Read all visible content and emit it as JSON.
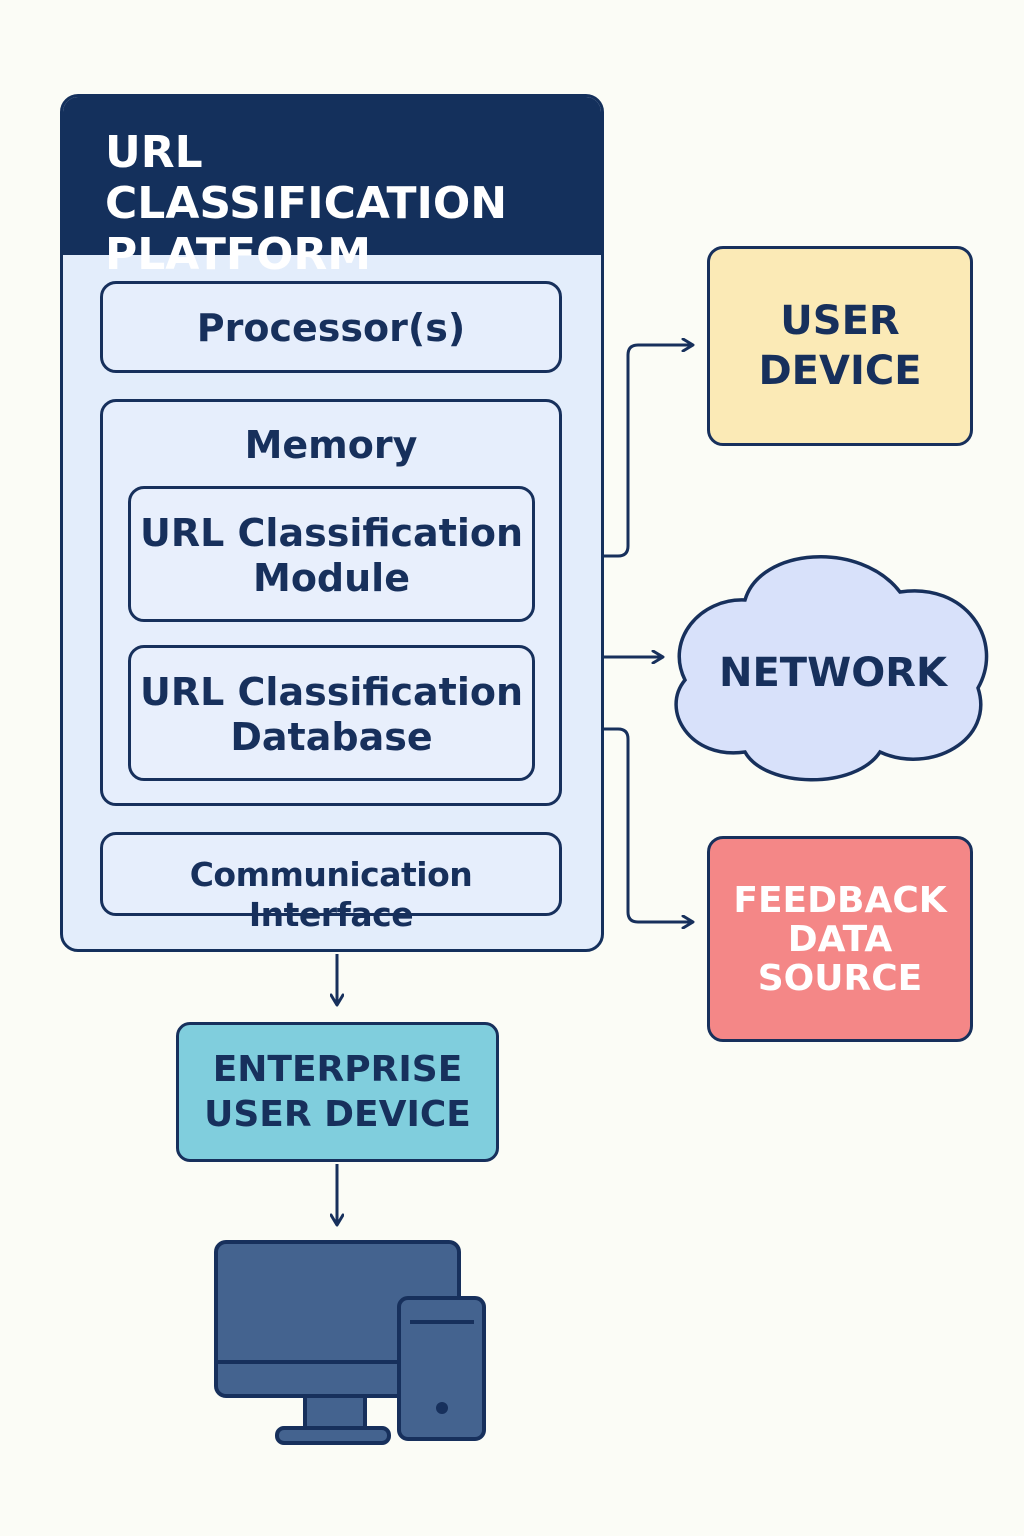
{
  "platform": {
    "title": "URL CLASSIFICATION\nPLATFORM",
    "processor_label": "Processor(s)",
    "memory": {
      "label": "Memory",
      "module_label": "URL Classification\nModule",
      "database_label": "URL Classification\nDatabase"
    },
    "comm_interface_label": "Communication Interface"
  },
  "external": {
    "user_device_label": "USER\nDEVICE",
    "network_label": "NETWORK",
    "feedback_label": "FEEDBACK\nDATA\nSOURCE",
    "enterprise_label": "ENTERPRISE\nUSER DEVICE"
  },
  "icons": {
    "computer": "desktop-computer-icon"
  },
  "colors": {
    "navy": "#14305c",
    "platform_fill": "#e3edfb",
    "user_device_fill": "#fbeab6",
    "network_fill": "#d8e1fa",
    "feedback_fill": "#f48787",
    "enterprise_fill": "#80cedd",
    "computer_fill": "#44638f"
  }
}
